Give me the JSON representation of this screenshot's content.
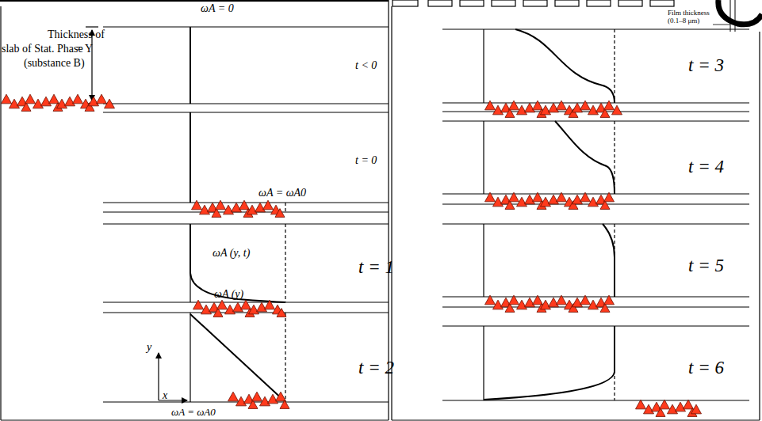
{
  "diagram": {
    "labels": [
      "ωA = 0",
      "Thickness of",
      "slab of Stat. Phase",
      "= Y",
      "(substance B)",
      "t < 0",
      "t = 0",
      "ωA = ωA0",
      "ωA (y, t)",
      "t = 1",
      "ωA (y)",
      "t = 2",
      "y",
      "x",
      "ωA = ωA0",
      "Film thickness (0.1–8 μm)",
      "t = 3",
      "t = 4",
      "t = 5",
      "t = 6"
    ]
  }
}
